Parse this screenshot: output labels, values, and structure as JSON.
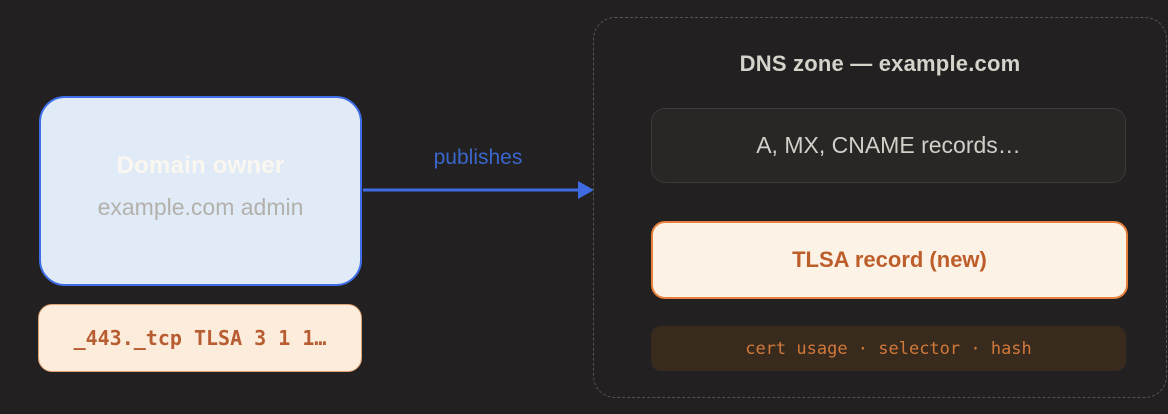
{
  "colors": {
    "background": "#222020",
    "arrow_blue": "#3e6be2",
    "publishes_label_blue": "#3a67cd",
    "owner_box_fill": "#e1eaf7",
    "owner_box_border": "#3f6fe8",
    "snippet_fill": "#fcecdc",
    "snippet_text": "#b85c31",
    "tlsa_accent_orange": "#e6813b",
    "tlsa_text_orange": "#bd5e2a",
    "fields_text_orange": "#d0793a",
    "zone_dash_gray": "#565250"
  },
  "owner_node": {
    "title": "Domain owner",
    "subtitle": "example.com admin"
  },
  "snippet": {
    "text": "_443._tcp TLSA 3 1 1…"
  },
  "arrow": {
    "label": "publishes"
  },
  "dns_zone": {
    "title": "DNS zone — example.com",
    "records_label": "A, MX, CNAME records…",
    "tlsa_label": "TLSA record (new)",
    "fields_label": "cert usage · selector · hash"
  }
}
